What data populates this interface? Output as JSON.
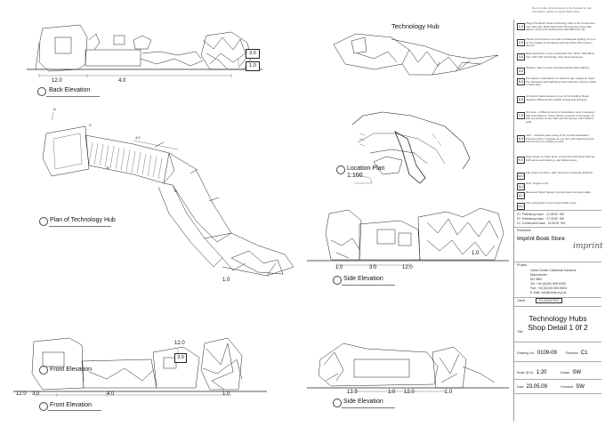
{
  "header": {
    "tiny_note_1": "Do not scale. All dimensions to be checked on site.",
    "tiny_note_2": "Information relates to Imprint Book Store"
  },
  "views": {
    "back_elevation": "Back Elevation",
    "technology_hub": "Technology Hub",
    "plan": "Plan of Technology Hub",
    "location_plan": "Location Plan",
    "location_scale": "1:100",
    "side_elevation_1": "Side Elevation",
    "front_elevation": "Front Elevation",
    "front_elevation_2": "Front Elevation",
    "side_elevation_2": "Side Elevation"
  },
  "dimensions": {
    "back": [
      "12.0",
      "4.0",
      "3.0",
      "1.0"
    ],
    "plan": [
      "1.0"
    ],
    "side1": [
      "1.0",
      "3.0",
      "12.0"
    ],
    "side1_b": [
      "1.0"
    ],
    "front": [
      "12.0",
      "3.0",
      "3.0",
      "4.0",
      "1.0",
      "12.0"
    ],
    "side2": [
      "13.0",
      "1.0",
      "12.0",
      "1.0"
    ],
    "plan_marks": [
      "A",
      "B",
      "C",
      "D",
      "4.0"
    ]
  },
  "notes": [
    {
      "num": "1.0",
      "text": "Plug-in Pedestal: these technology hubs to be constructed from Steel Ply. Bolts Steel CNC Plywood bent glue-able pattern of ribs and slotted joints with ABS 8mm ply."
    },
    {
      "num": "2.0",
      "text": "Panels to be fixed to one side for adequate lighting. A room for the hosting of computers and free Wi-Fi 24hr internet access."
    },
    {
      "num": "3.0",
      "text": "Bead board floor to be constructed from 18mm thick Birch from CNC IMT with fixings. Pine Steel structures."
    },
    {
      "num": "4.0",
      "text": "Shelves, sides to have internal bespoke Steel cabling."
    },
    {
      "num": "5.0",
      "text": "Pin stations. Fabricated in 4 sections (per estate) on Steel Ply. Recessed LED lighting at fixed intervals. Fixed to stand in Steel tube."
    },
    {
      "num": "6.0",
      "text": "Lift board: radius access to rear of the building. Beam supports stiffened with multiple fixings and brackets."
    },
    {
      "num": "7.0",
      "text": "Terminal - 2 different forms of workstation units in keeping with Hub features. There will be a number of terminals, all with connection to the main internet access, each 600mm wide."
    },
    {
      "num": "8.0",
      "text": "CPU - Collinear plane array of the central workstation. Purpose built to integrate as one item with adjoining joints and structure to existing mounts."
    },
    {
      "num": "9.0",
      "text": "Store space on lower level, constructed with Steel framing, infill panels and shelving, and further doors."
    },
    {
      "num": "10.0",
      "text": "Flat screen monitors, wall mounted on bespoke brackets."
    },
    {
      "num": "11.0",
      "text": "Door, hinged to Ply."
    },
    {
      "num": "12.0",
      "text": "Recessed Touch Sensor controls inset into panel walls."
    },
    {
      "num": "13.0",
      "text": "Fire extinguisher to be housed within store."
    }
  ],
  "revisions": [
    {
      "rev": "P1",
      "desc": "Preliminary issue",
      "date": "01.05.09",
      "by": "SW"
    },
    {
      "rev": "P2",
      "desc": "Preliminary issue",
      "date": "07.05.09",
      "by": "SW"
    },
    {
      "rev": "C1",
      "desc": "Construction issue",
      "date": "23.05.09",
      "by": "SW"
    }
  ],
  "titleblock": {
    "revisions_label": "Revisions",
    "client_label": "Client",
    "client_name": "Imprint Book Store",
    "logo_text": "imprint",
    "project_label": "Project",
    "address": [
      "Urbis Centre Cathedral Gardens",
      "Manchester",
      "M4 3BG"
    ],
    "tel": "Tel: +44 (0)161 605 8200",
    "fax": "Fax: +44 (0)161 605 8201",
    "email": "E-Mail: info@urbis.org.uk",
    "title_label": "Title",
    "title_line1": "Technology Hubs",
    "title_line2": "Shop Detail 1 0f 2",
    "drawing_no_label": "Drawing No.",
    "drawing_no": "0109-09",
    "revision_label": "Revision",
    "revision": "C1",
    "scale_label": "Scale @ A1",
    "scale": "1:20",
    "drawn_label": "Drawn",
    "drawn": "SW",
    "date_label": "Date",
    "date": "23.05.09",
    "checked_label": "Checked",
    "checked": "SW",
    "stamp_text": "PLANNING"
  }
}
